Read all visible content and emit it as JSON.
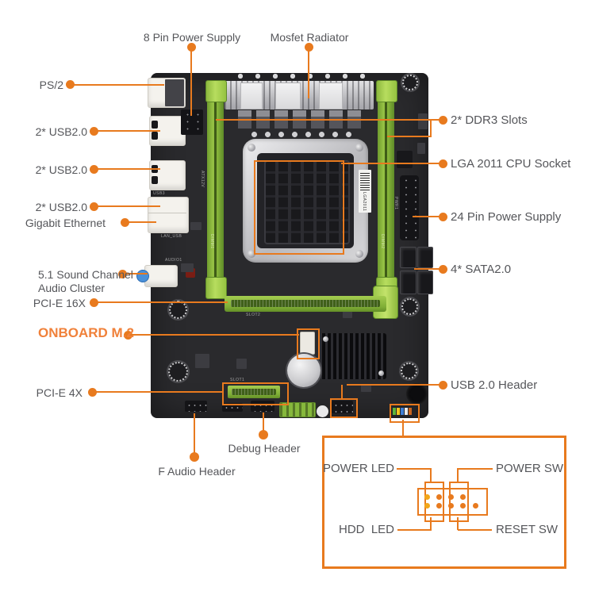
{
  "colors": {
    "accent": "#e87a1e",
    "accent_text": "#f0813a",
    "label_text": "#55565a",
    "pcb": "#2a2a2d",
    "slot_green": "#8cb83e",
    "latch_green": "#a9d44b",
    "pin_yellow": "#f2a71b",
    "audio_jack_blue": "#4a90d9"
  },
  "callouts": {
    "pin8": "8 Pin Power Supply",
    "mosfet": "Mosfet Radiator",
    "ps2": "PS/2",
    "usb_a": "2* USB2.0",
    "usb_b": "2* USB2.0",
    "usb_c": "2* USB2.0",
    "ethernet": "Gigabit Ethernet",
    "sound_line1": "5.1 Sound Channel",
    "sound_line2": "Audio Cluster",
    "pcie16": "PCI-E 16X",
    "m2": "ONBOARD M.2",
    "pcie4": "PCI-E 4X",
    "f_audio": "F Audio Header",
    "debug": "Debug Header",
    "ddr3": "2* DDR3 Slots",
    "lga": "LGA 2011 CPU Socket",
    "pin24": "24 Pin Power Supply",
    "sata": "4* SATA2.0",
    "usb_header": "USB 2.0 Header"
  },
  "front_panel": {
    "power_led": "POWER LED",
    "power_sw": "POWER SW",
    "hdd_led": "HDD  LED",
    "reset_sw": "RESET SW",
    "pins": {
      "top": [
        "yellow",
        "orange",
        "orange",
        "orange"
      ],
      "bottom": [
        "yellow",
        "orange",
        "orange",
        "orange",
        "orange"
      ]
    },
    "connector_colors": [
      "#5cb53c",
      "#f0c41f",
      "#3e7fd6",
      "#e9e9e9",
      "#c8641e"
    ]
  },
  "board_silk": {
    "lga_sticker": "LGA2011",
    "slot1": "SLOT1",
    "slot2": "SLOT2",
    "dimm1": "DIMM1",
    "dimm2": "DIMM2",
    "atx12v": "ATX12V",
    "pwr1": "PWR1",
    "audio1": "AUDIO1",
    "lan_usb": "LAN_USB",
    "usb3": "USB3"
  }
}
